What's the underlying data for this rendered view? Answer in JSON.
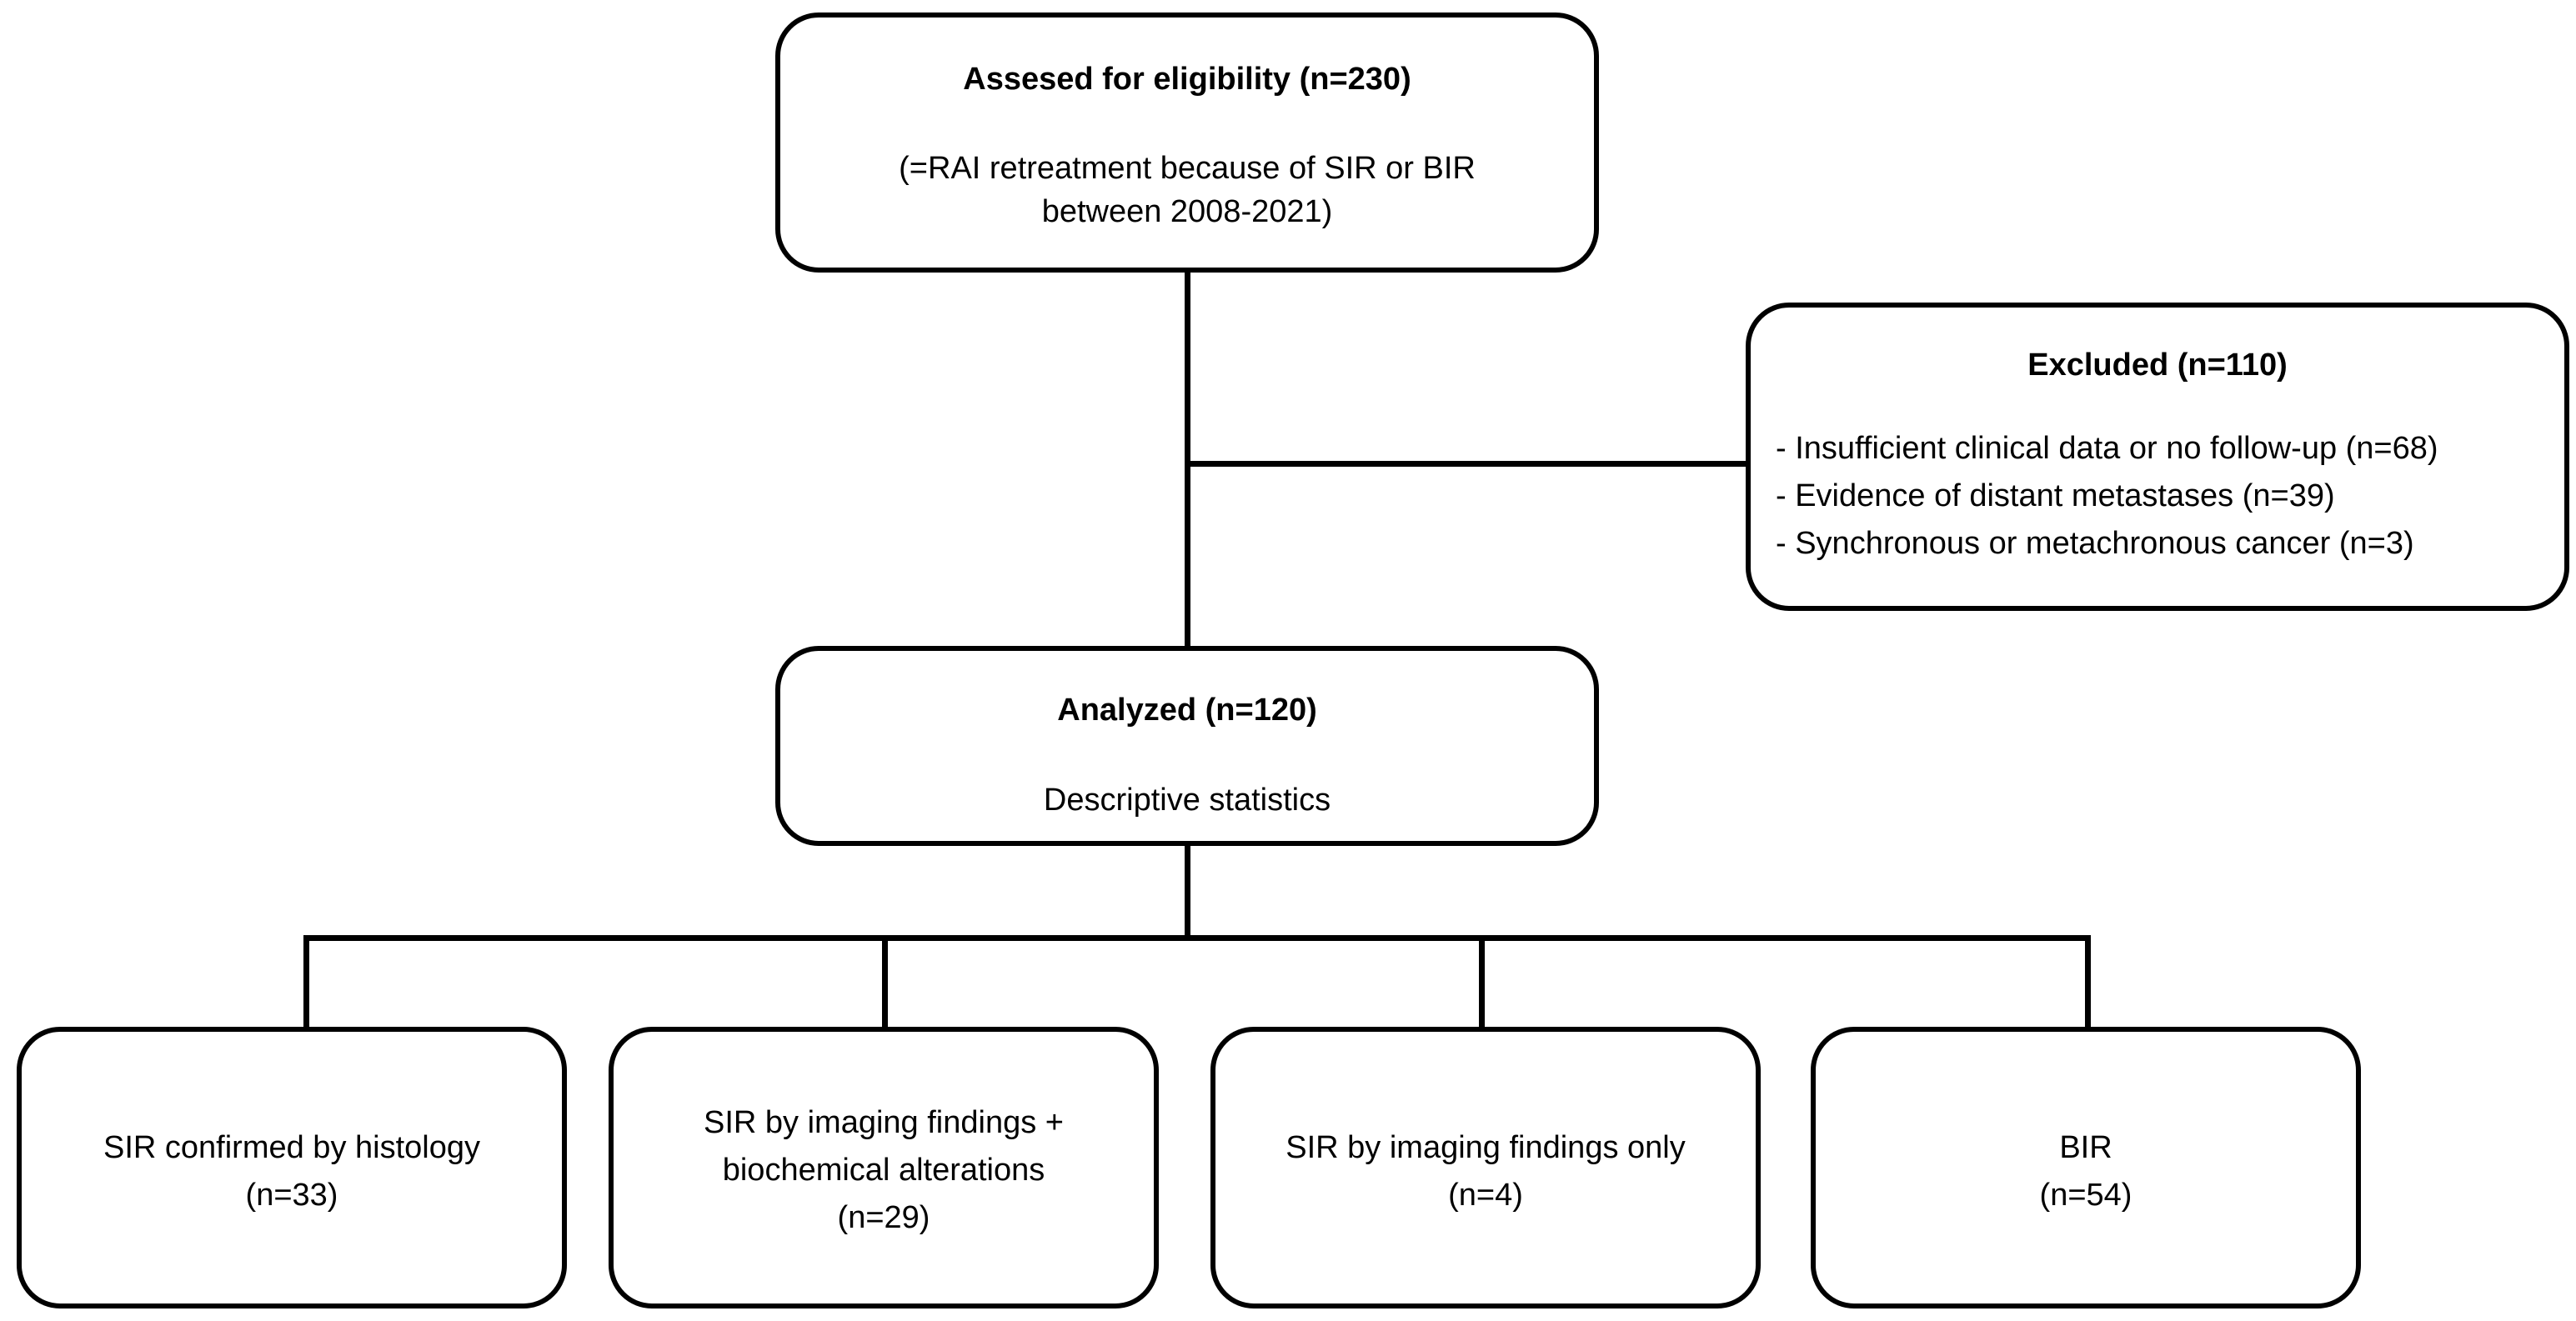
{
  "eligibility": {
    "title": "Assesed for eligibility (n=230)",
    "line1": "(=RAI retreatment because of SIR or BIR",
    "line2": "between 2008-2021)"
  },
  "excluded": {
    "title": "Excluded (n=110)",
    "items": [
      "- Insufficient clinical data or no follow-up (n=68)",
      "- Evidence of distant metastases (n=39)",
      "- Synchronous or metachronous cancer (n=3)"
    ]
  },
  "analyzed": {
    "title": "Analyzed (n=120)",
    "subtitle": "Descriptive statistics"
  },
  "groups": [
    {
      "line1": "SIR confirmed by histology",
      "line2": "(n=33)"
    },
    {
      "line1": "SIR by imaging findings +",
      "line2": "biochemical alterations",
      "line3": "(n=29)"
    },
    {
      "line1": "SIR by imaging findings only",
      "line2": "(n=4)"
    },
    {
      "line1": "BIR",
      "line2": "(n=54)"
    }
  ]
}
